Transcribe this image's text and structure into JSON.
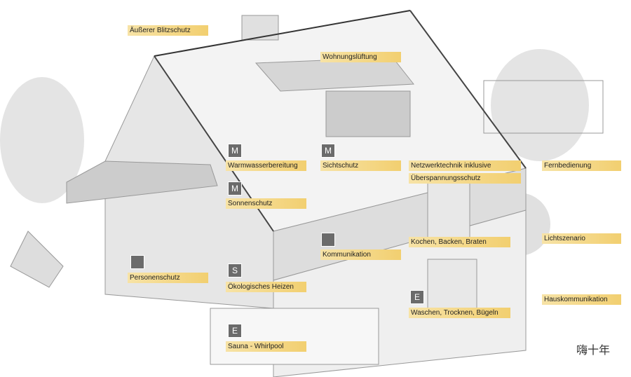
{
  "labels": {
    "blitzschutz": "Äußerer Blitzschutz",
    "lueftung": "Wohnungslüftung",
    "warmwasser": "Warmwasserbereitung",
    "sichtschutz": "Sichtschutz",
    "netzwerk": "Netzwerktechnik inklusive",
    "ueberspannung": "Überspannungsschutz",
    "fernbedienung": "Fernbedienung",
    "sonnenschutz": "Sonnenschutz",
    "kommunikation": "Kommunikation",
    "kochen": "Kochen, Backen, Braten",
    "licht": "Lichtszenario",
    "personenschutz": "Personenschutz",
    "heizen": "Ökologisches Heizen",
    "hauskommunikation": "Hauskommunikation",
    "waschen": "Waschen, Trocknen, Bügeln",
    "sauna": "Sauna - Whirlpool"
  },
  "icons": {
    "sauna": "E",
    "waschen": "E",
    "heizen": "S",
    "sonnen": "M",
    "warm": "M",
    "sicht": "M"
  },
  "watermark": "嗨十年",
  "colors": {
    "label": "#f2cf70",
    "icon": "#6b6b6b"
  }
}
